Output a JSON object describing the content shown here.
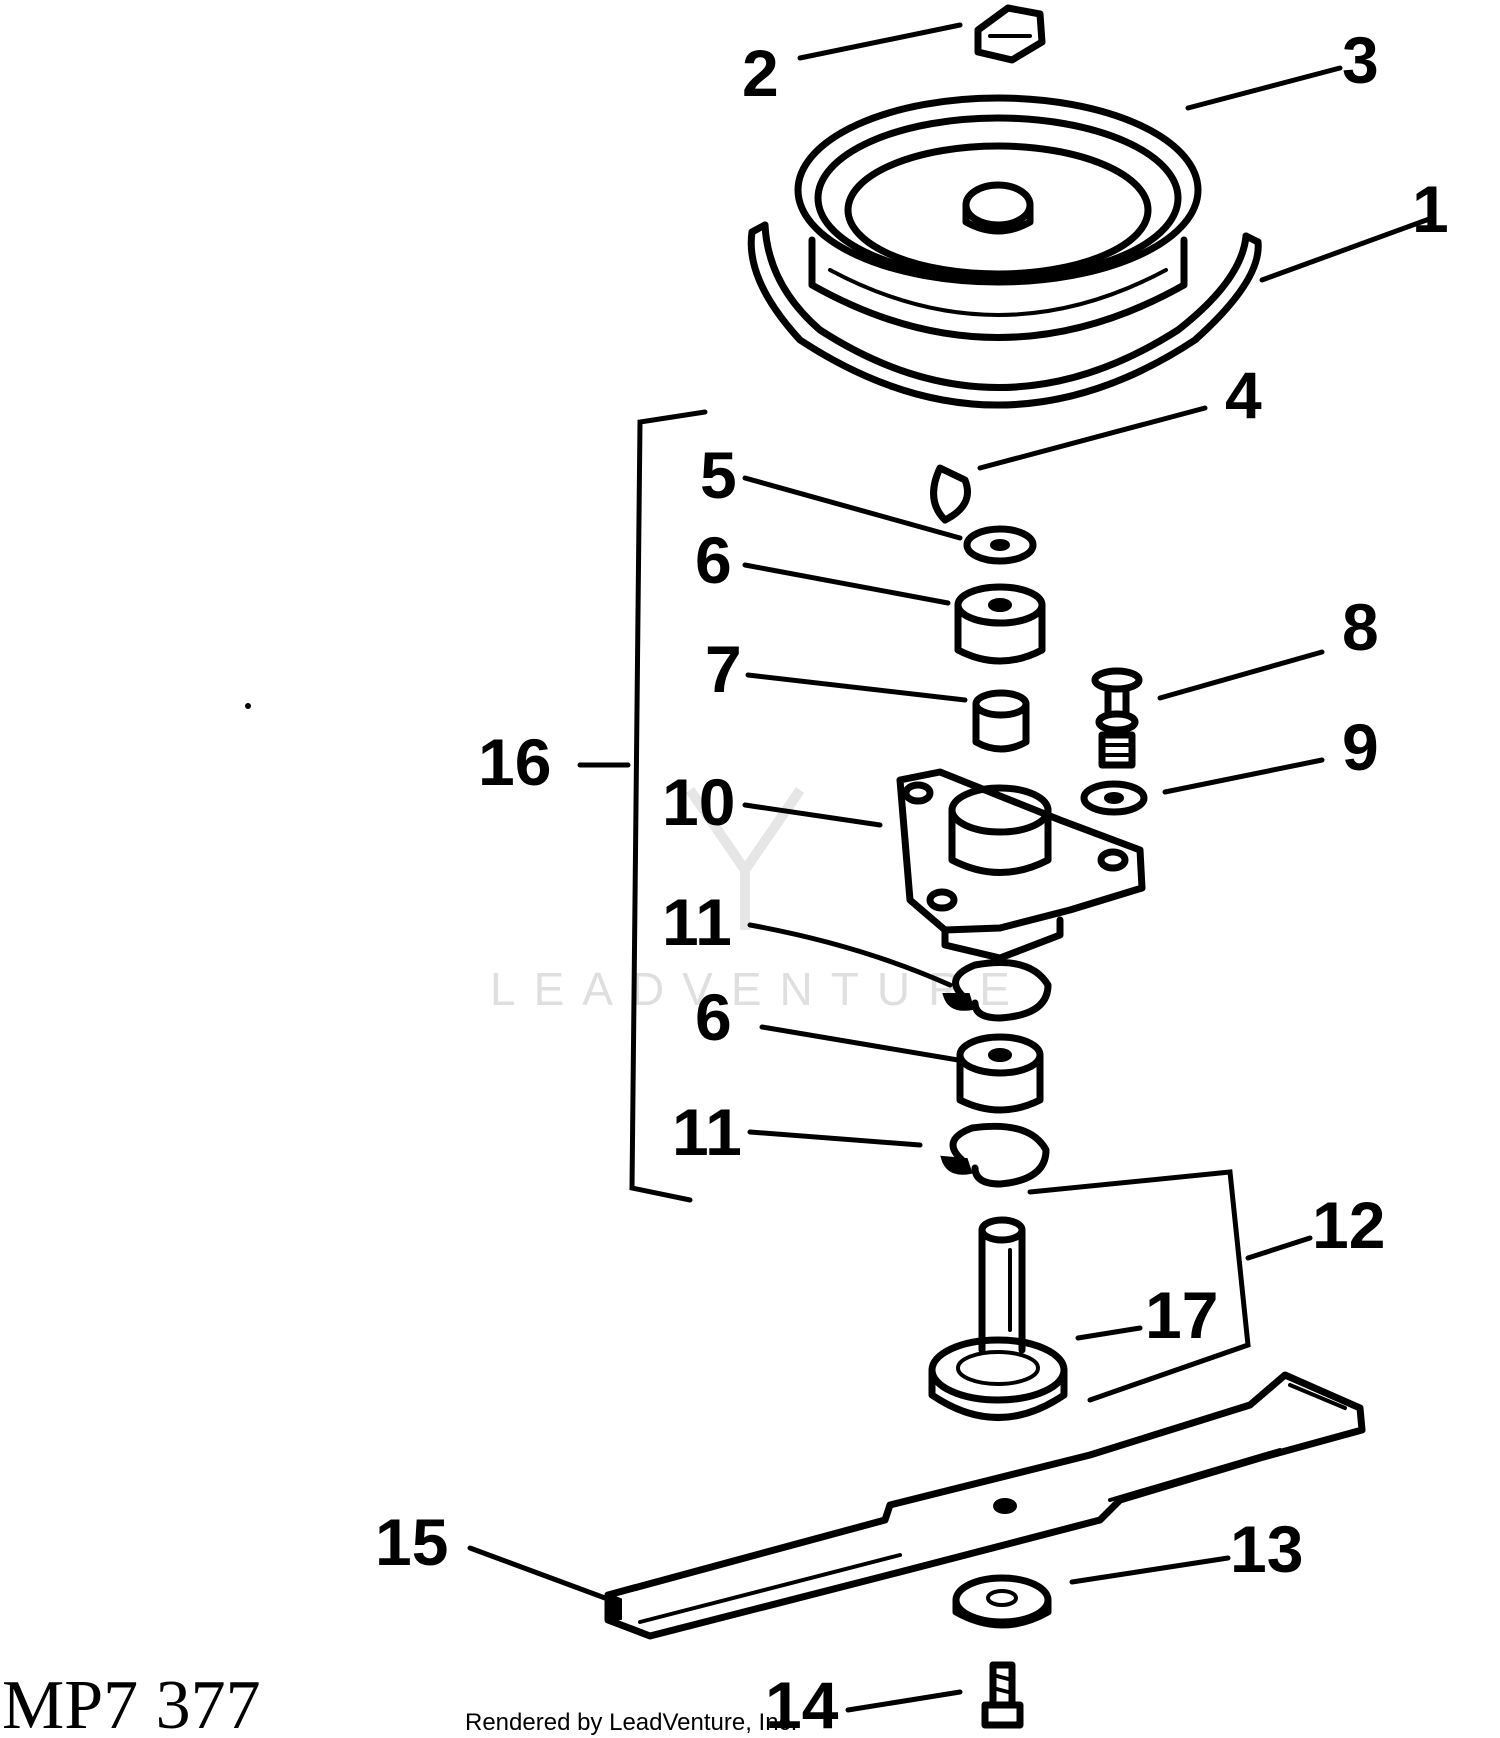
{
  "figure": {
    "id": "MP7 377",
    "credit": "Rendered by LeadVenture, Inc.",
    "watermark": "LEADVENTURE"
  },
  "callouts": [
    "1",
    "2",
    "3",
    "4",
    "5",
    "6",
    "7",
    "8",
    "9",
    "10",
    "11",
    "12",
    "13",
    "14",
    "15",
    "16",
    "17"
  ],
  "parts": {
    "nut": "2",
    "pulley": "3",
    "belt_guide": "1",
    "key": "4",
    "washer": "5",
    "bearing": "6",
    "spacer": "7",
    "grease_fitting": "8",
    "fitting_washer": "9",
    "spindle_housing": "10",
    "snap_ring": "11",
    "spindle_assembly": "12",
    "blade_washer": "13",
    "blade_bolt": "14",
    "blade": "15",
    "housing_assembly": "16",
    "spindle_shaft": "17"
  },
  "colors": {
    "ink": "#000000",
    "paper": "#ffffff",
    "watermark": "#d8d8d8"
  }
}
